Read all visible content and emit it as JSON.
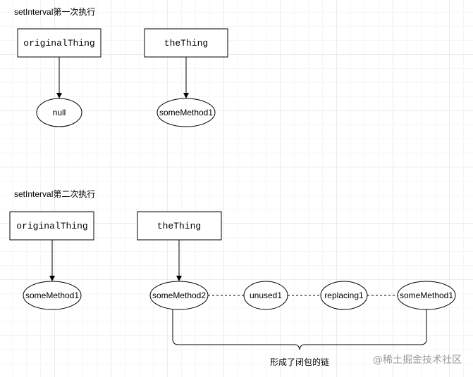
{
  "section1": {
    "title": "setInterval第一次执行",
    "box_left": "originalThing",
    "box_right": "theThing",
    "node_left": "null",
    "node_right": "someMethod1"
  },
  "section2": {
    "title": "setInterval第二次执行",
    "box_left": "originalThing",
    "box_right": "theThing",
    "node_left": "someMethod1",
    "chain": [
      "someMethod2",
      "unused1",
      "replacing1",
      "someMethod1"
    ],
    "brace_label": "形成了闭包的链"
  },
  "watermark": "@稀土掘金技术社区"
}
